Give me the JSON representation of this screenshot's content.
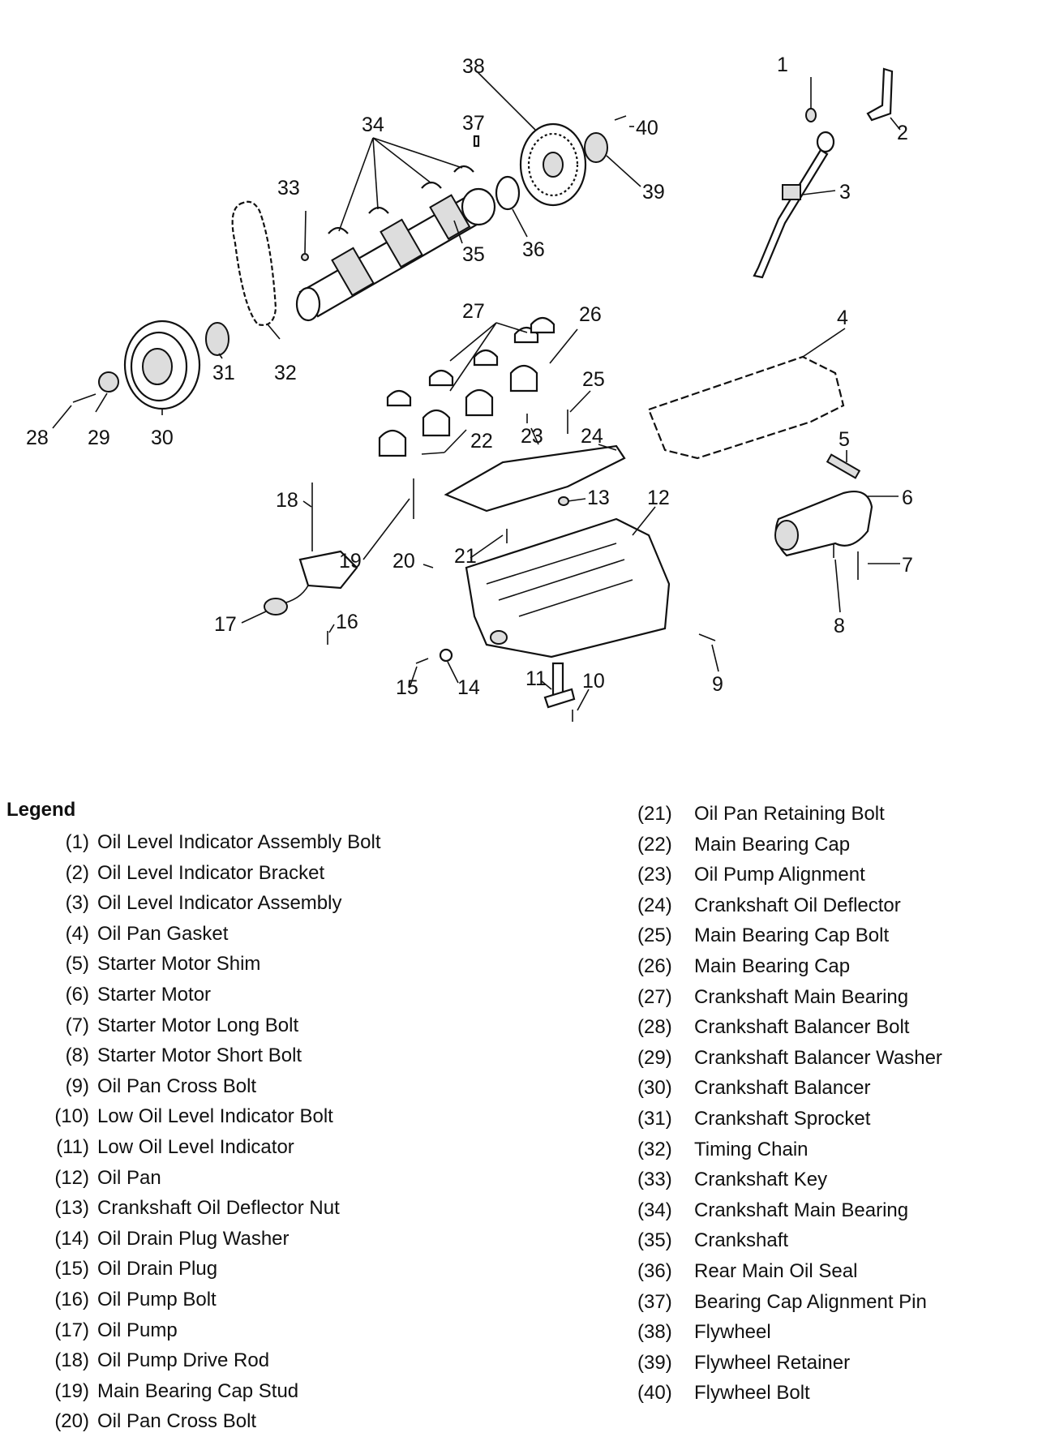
{
  "callouts": [
    "1",
    "2",
    "3",
    "4",
    "5",
    "6",
    "7",
    "8",
    "9",
    "10",
    "11",
    "12",
    "13",
    "14",
    "15",
    "16",
    "17",
    "18",
    "19",
    "20",
    "21",
    "22",
    "23",
    "24",
    "25",
    "26",
    "27",
    "28",
    "29",
    "30",
    "31",
    "32",
    "33",
    "34",
    "35",
    "36",
    "37",
    "38",
    "39",
    "40"
  ],
  "legend": {
    "title": "Legend",
    "left": [
      {
        "num": "(1)",
        "label": "Oil Level Indicator Assembly Bolt"
      },
      {
        "num": "(2)",
        "label": "Oil Level Indicator Bracket"
      },
      {
        "num": "(3)",
        "label": "Oil Level Indicator Assembly"
      },
      {
        "num": "(4)",
        "label": "Oil Pan Gasket"
      },
      {
        "num": "(5)",
        "label": "Starter Motor Shim"
      },
      {
        "num": "(6)",
        "label": "Starter Motor"
      },
      {
        "num": "(7)",
        "label": "Starter Motor Long Bolt"
      },
      {
        "num": "(8)",
        "label": "Starter Motor Short Bolt"
      },
      {
        "num": "(9)",
        "label": "Oil Pan Cross Bolt"
      },
      {
        "num": "(10)",
        "label": "Low Oil Level Indicator Bolt"
      },
      {
        "num": "(11)",
        "label": "Low Oil Level Indicator"
      },
      {
        "num": "(12)",
        "label": "Oil Pan"
      },
      {
        "num": "(13)",
        "label": "Crankshaft Oil Deflector Nut"
      },
      {
        "num": "(14)",
        "label": "Oil Drain Plug Washer"
      },
      {
        "num": "(15)",
        "label": "Oil Drain Plug"
      },
      {
        "num": "(16)",
        "label": "Oil Pump Bolt"
      },
      {
        "num": "(17)",
        "label": "Oil Pump"
      },
      {
        "num": "(18)",
        "label": "Oil Pump Drive Rod"
      },
      {
        "num": "(19)",
        "label": "Main Bearing Cap Stud"
      },
      {
        "num": "(20)",
        "label": "Oil Pan Cross Bolt"
      }
    ],
    "right": [
      {
        "num": "(21)",
        "label": "Oil Pan Retaining Bolt"
      },
      {
        "num": "(22)",
        "label": "Main Bearing Cap"
      },
      {
        "num": "(23)",
        "label": "Oil Pump Alignment"
      },
      {
        "num": "(24)",
        "label": "Crankshaft Oil Deflector"
      },
      {
        "num": "(25)",
        "label": "Main Bearing Cap Bolt"
      },
      {
        "num": "(26)",
        "label": "Main Bearing Cap"
      },
      {
        "num": "(27)",
        "label": "Crankshaft Main Bearing"
      },
      {
        "num": "(28)",
        "label": "Crankshaft Balancer Bolt"
      },
      {
        "num": "(29)",
        "label": "Crankshaft Balancer Washer"
      },
      {
        "num": "(30)",
        "label": "Crankshaft Balancer"
      },
      {
        "num": "(31)",
        "label": "Crankshaft Sprocket"
      },
      {
        "num": "(32)",
        "label": "Timing Chain"
      },
      {
        "num": "(33)",
        "label": "Crankshaft Key"
      },
      {
        "num": "(34)",
        "label": "Crankshaft Main Bearing"
      },
      {
        "num": "(35)",
        "label": "Crankshaft"
      },
      {
        "num": "(36)",
        "label": "Rear Main Oil Seal"
      },
      {
        "num": "(37)",
        "label": "Bearing Cap Alignment Pin"
      },
      {
        "num": "(38)",
        "label": "Flywheel"
      },
      {
        "num": "(39)",
        "label": "Flywheel Retainer"
      },
      {
        "num": "(40)",
        "label": "Flywheel Bolt"
      }
    ]
  }
}
